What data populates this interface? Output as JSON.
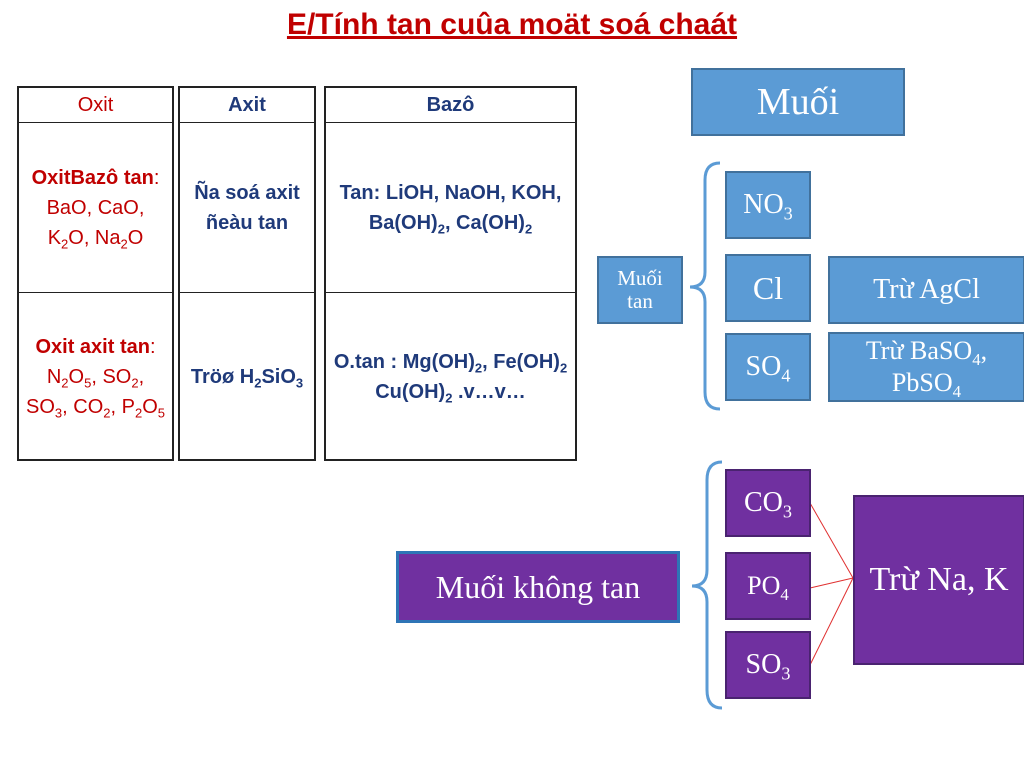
{
  "title": "E/Tính tan cuûa moät soá chaát",
  "table_oxit": {
    "header": "Oxit",
    "row1": {
      "bold": "OxitBazô tan",
      "text": ": BaO, CaO, K",
      "s1": "2",
      "t2": "O, Na",
      "s2": "2",
      "t3": "O"
    },
    "row2": {
      "bold": "Oxit axit tan",
      "text": ": N",
      "s1": "2",
      "t2": "O",
      "s2": "5",
      "t3": ", SO",
      "s3": "2",
      "t4": ", SO",
      "s4": "3",
      "t5": ", CO",
      "s5": "2",
      "t6": ", P",
      "s6": "2",
      "t7": "O",
      "s7": "5"
    }
  },
  "table_axit": {
    "header": "Axit",
    "row1": "Ña soá axit ñeàu tan",
    "row2": {
      "t1": "Tröø H",
      "s1": "2",
      "t2": "SiO",
      "s2": "3"
    }
  },
  "table_bazo": {
    "header": "Bazô",
    "row1": {
      "t1": "Tan: LiOH, NaOH, KOH, Ba(OH)",
      "s1": "2",
      "t2": ", Ca(OH)",
      "s2": "2"
    },
    "row2": {
      "t1": "O.tan : Mg(OH)",
      "s1": "2",
      "t2": ", Fe(OH)",
      "s2": "2",
      "t3": " Cu(OH)",
      "s3": "2",
      "t4": " .v…v…"
    }
  },
  "muoi_title": "Muối",
  "muoi_tan": {
    "label": "Muối tan",
    "no3": {
      "t": "NO",
      "s": "3"
    },
    "cl": "Cl",
    "so4": {
      "t": "SO",
      "s": "4"
    },
    "tru_agcl": "Trừ  AgCl",
    "tru_baso4": {
      "t1": "Trừ BaSO",
      "s1": "4",
      "t2": ", PbSO",
      "s2": "4"
    }
  },
  "muoi_khong_tan": {
    "label": "Muối không tan",
    "co3": {
      "t": "CO",
      "s": "3"
    },
    "po4": {
      "t": "PO",
      "s": "4"
    },
    "so3": {
      "t": "SO",
      "s": "3"
    },
    "tru_na_k": "Trừ Na, K"
  },
  "colors": {
    "title": "#c00000",
    "blue_box": "#5b9bd5",
    "purple_box": "#7030a0",
    "bracket": "#5b9bd5",
    "connector": "#e03030"
  }
}
